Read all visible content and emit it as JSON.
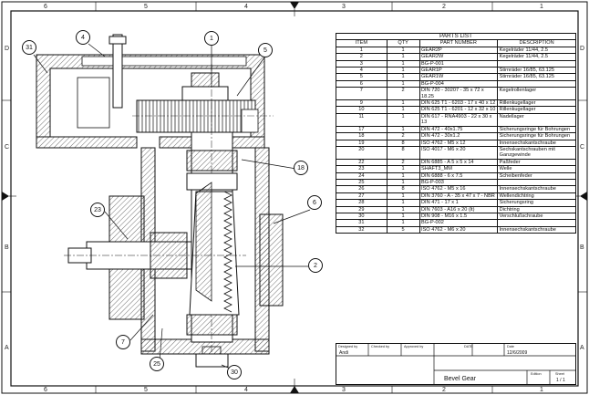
{
  "zones": {
    "top": [
      "6",
      "5",
      "4",
      "3",
      "2",
      "1"
    ],
    "bottom": [
      "6",
      "5",
      "4",
      "3",
      "2",
      "1"
    ],
    "left": [
      "D",
      "C",
      "B",
      "A"
    ],
    "right": [
      "D",
      "C",
      "B",
      "A"
    ]
  },
  "balloons": [
    "31",
    "4",
    "1",
    "5",
    "18",
    "6",
    "23",
    "2",
    "7",
    "25",
    "30"
  ],
  "parts_list": {
    "title": "PARTS LIST",
    "headers": [
      "ITEM",
      "QTY",
      "PART NUMBER",
      "DESCRIPTION"
    ],
    "rows": [
      {
        "item": "1",
        "qty": "1",
        "part": "GEAR2P",
        "desc": "Kegelräder 11/44, 2.5"
      },
      {
        "item": "2",
        "qty": "1",
        "part": "GEAR2W",
        "desc": "Kegelräder 11/44, 2.5"
      },
      {
        "item": "3",
        "qty": "1",
        "part": "BG-P-001",
        "desc": ""
      },
      {
        "item": "4",
        "qty": "1",
        "part": "GEAR1P",
        "desc": "Stirnräder 16/85, 63.125"
      },
      {
        "item": "5",
        "qty": "1",
        "part": "GEAR1W",
        "desc": "Stirnräder 16/85, 63.125"
      },
      {
        "item": "6",
        "qty": "1",
        "part": "BG-P-004",
        "desc": ""
      },
      {
        "item": "7",
        "qty": "2",
        "part": "DIN 720 - 30207 - 35 x 72 x 18.25",
        "desc": "Kegelrollenlager"
      },
      {
        "item": "9",
        "qty": "1",
        "part": "DIN 625 T1 - 6203 - 17 x 40 x 12",
        "desc": "Rillenkugellager"
      },
      {
        "item": "10",
        "qty": "1",
        "part": "DIN 625 T1 - 6201 - 12 x 32 x 10",
        "desc": "Rillenkugellager"
      },
      {
        "item": "11",
        "qty": "1",
        "part": "DIN 617 - RNA4903 - 22 x 30 x 13",
        "desc": "Nadellager"
      },
      {
        "item": "17",
        "qty": "1",
        "part": "DIN 472 - 40x1.75",
        "desc": "Sicherungsringe für Bohrungen"
      },
      {
        "item": "18",
        "qty": "2",
        "part": "DIN 472 - 30x1.2",
        "desc": "Sicherungsringe für Bohrungen"
      },
      {
        "item": "19",
        "qty": "8",
        "part": "ISO 4762 - M5 x 12",
        "desc": "Innensechskantschraube"
      },
      {
        "item": "20",
        "qty": "8",
        "part": "ISO 4017 - M6 x 20",
        "desc": "Sechskantschrauben mit Ganzgewinde"
      },
      {
        "item": "22",
        "qty": "2",
        "part": "DIN 6885 - A 5 x 5 x 14",
        "desc": "Paßfeder"
      },
      {
        "item": "23",
        "qty": "1",
        "part": "SHAFT3_MM",
        "desc": "Welle"
      },
      {
        "item": "24",
        "qty": "1",
        "part": "DIN 6888 - 6 x 7.5",
        "desc": "Scheibenfeder"
      },
      {
        "item": "25",
        "qty": "1",
        "part": "BG-P-003",
        "desc": ""
      },
      {
        "item": "26",
        "qty": "8",
        "part": "ISO 4762 - M5 x 16",
        "desc": "Innensechskantschraube"
      },
      {
        "item": "27",
        "qty": "1",
        "part": "DIN 3760 - A - 35 x 47 x 7 - NBR",
        "desc": "Wellendichtring"
      },
      {
        "item": "28",
        "qty": "1",
        "part": "DIN 471 - 17 x 1",
        "desc": "Sicherungsring"
      },
      {
        "item": "29",
        "qty": "1",
        "part": "DIN 7603 - A16 x 20 (lt)",
        "desc": "Dichtring"
      },
      {
        "item": "30",
        "qty": "1",
        "part": "DIN 908 - M16 x 1.5",
        "desc": "Verschlußschraube"
      },
      {
        "item": "31",
        "qty": "1",
        "part": "BG-P-002",
        "desc": ""
      },
      {
        "item": "32",
        "qty": "5",
        "part": "ISO 4762 - M6 x 20",
        "desc": "Innensechskantschraube"
      }
    ]
  },
  "title_block": {
    "designed_by_label": "Designed by",
    "designed_by": "Andi",
    "checked_by_label": "Checked by",
    "approved_by_label": "Approved by",
    "date_label": "DATE",
    "date_label2": "Date",
    "date": "12/6/2009",
    "title": "Bevel Gear",
    "edition_label": "Edition",
    "sheet_label": "Sheet",
    "sheet": "1 / 1"
  }
}
